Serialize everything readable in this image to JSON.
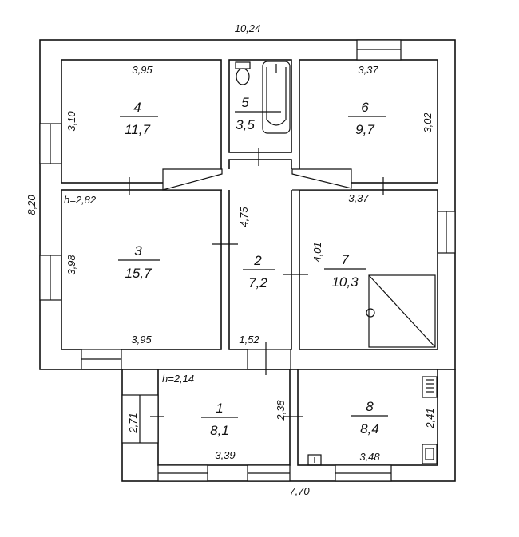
{
  "plan": {
    "overall_width_main": "10,24",
    "overall_width_annex": "7,70",
    "overall_depth": "8,20",
    "ceiling_main": "h=2,82",
    "ceiling_annex": "h=2,14"
  },
  "rooms": {
    "r1": {
      "num": "1",
      "area": "8,1"
    },
    "r2": {
      "num": "2",
      "area": "7,2"
    },
    "r3": {
      "num": "3",
      "area": "15,7"
    },
    "r4": {
      "num": "4",
      "area": "11,7"
    },
    "r5": {
      "num": "5",
      "area": "3,5"
    },
    "r6": {
      "num": "6",
      "area": "9,7"
    },
    "r7": {
      "num": "7",
      "area": "10,3"
    },
    "r8": {
      "num": "8",
      "area": "8,4"
    }
  },
  "dims": {
    "r4_width": "3,95",
    "r4_height": "3,10",
    "r6_width": "3,37",
    "r6_height": "3,02",
    "r7_width": "3,37",
    "r7_height": "4,01",
    "r3_height": "3,98",
    "r3_width": "3,95",
    "corridor_length": "4,75",
    "corridor_width": "1,52",
    "r1_height": "2,71",
    "r1_width": "3,39",
    "r8_width": "3,48",
    "r8_height": "2,41",
    "r1_r8_wall": "2,38"
  }
}
